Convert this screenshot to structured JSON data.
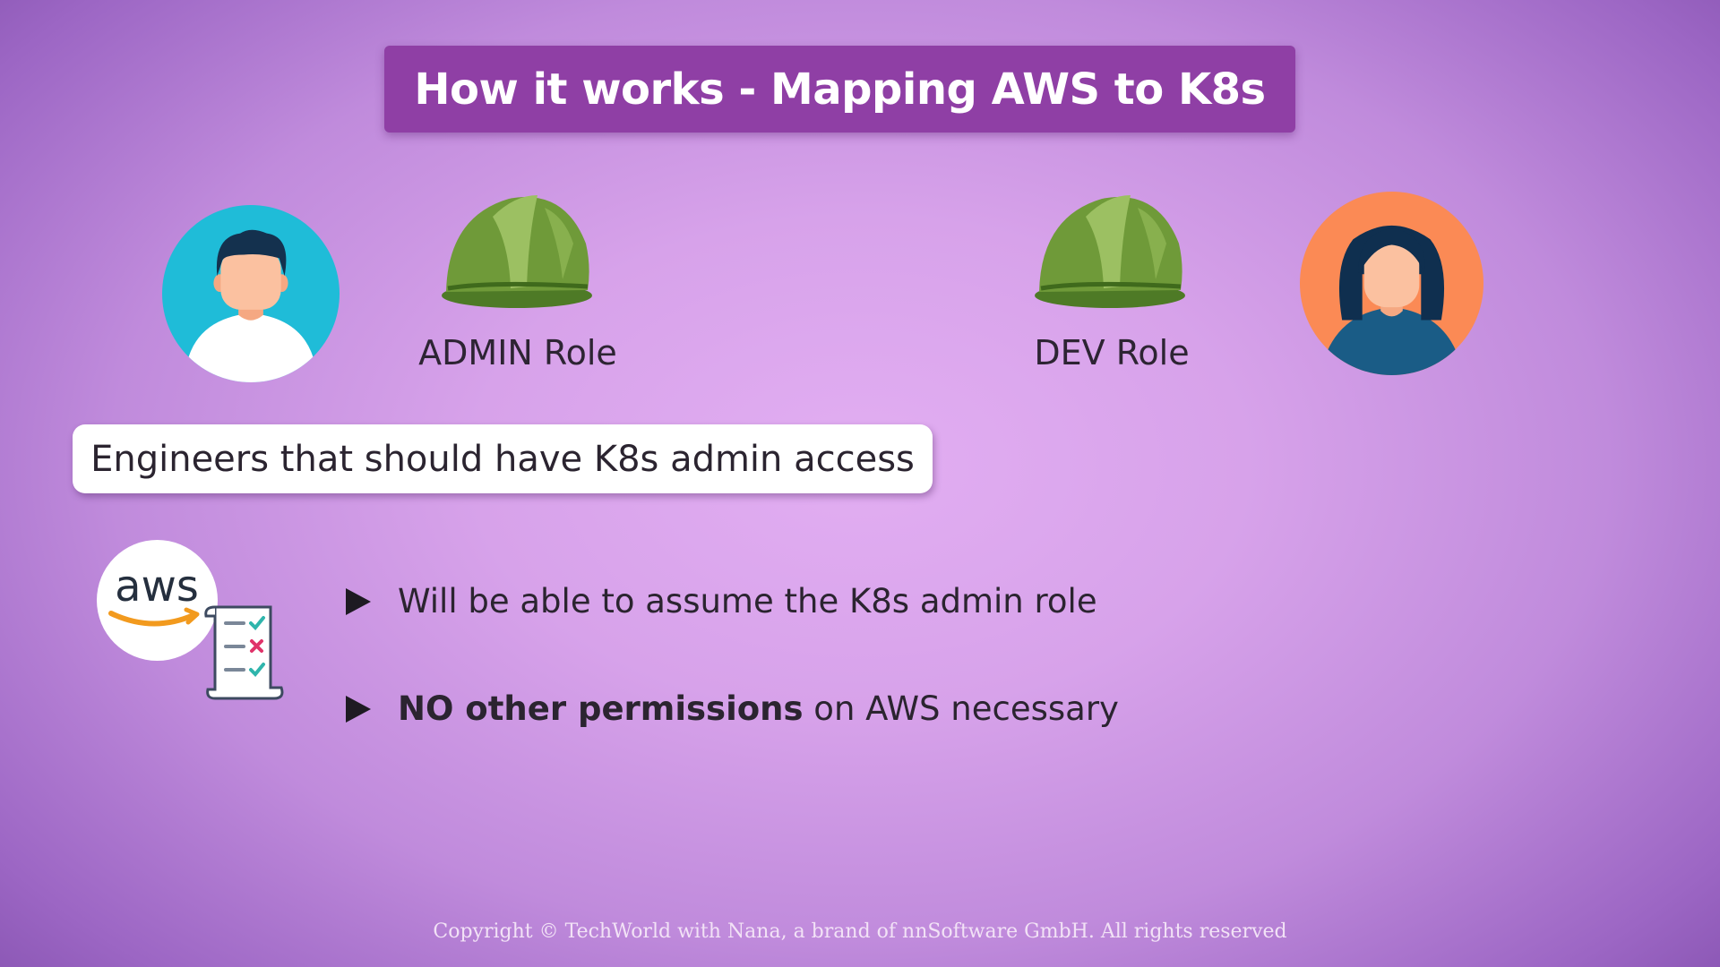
{
  "title": "How it works - Mapping AWS to K8s",
  "roles": {
    "admin_label": "ADMIN Role",
    "dev_label": "DEV Role"
  },
  "note": "Engineers that should have K8s admin access",
  "bullets": {
    "first": "Will be able to assume the K8s admin role",
    "second_bold": "NO other permissions",
    "second_rest": " on AWS necessary"
  },
  "aws_logo_text": "aws",
  "footer": "Copyright © TechWorld with Nana, a brand of nnSoftware GmbH. All rights reserved",
  "colors": {
    "title_banner": "#8f3fa5",
    "admin_avatar_bg": "#1fbcd8",
    "dev_avatar_bg": "#fb8a55",
    "helmet": "#6f9a39",
    "aws_smile": "#f29a1e"
  },
  "icons": [
    "admin-avatar-icon",
    "dev-avatar-icon",
    "helmet-icon",
    "aws-logo-icon",
    "policy-document-icon",
    "play-bullet-icon"
  ]
}
